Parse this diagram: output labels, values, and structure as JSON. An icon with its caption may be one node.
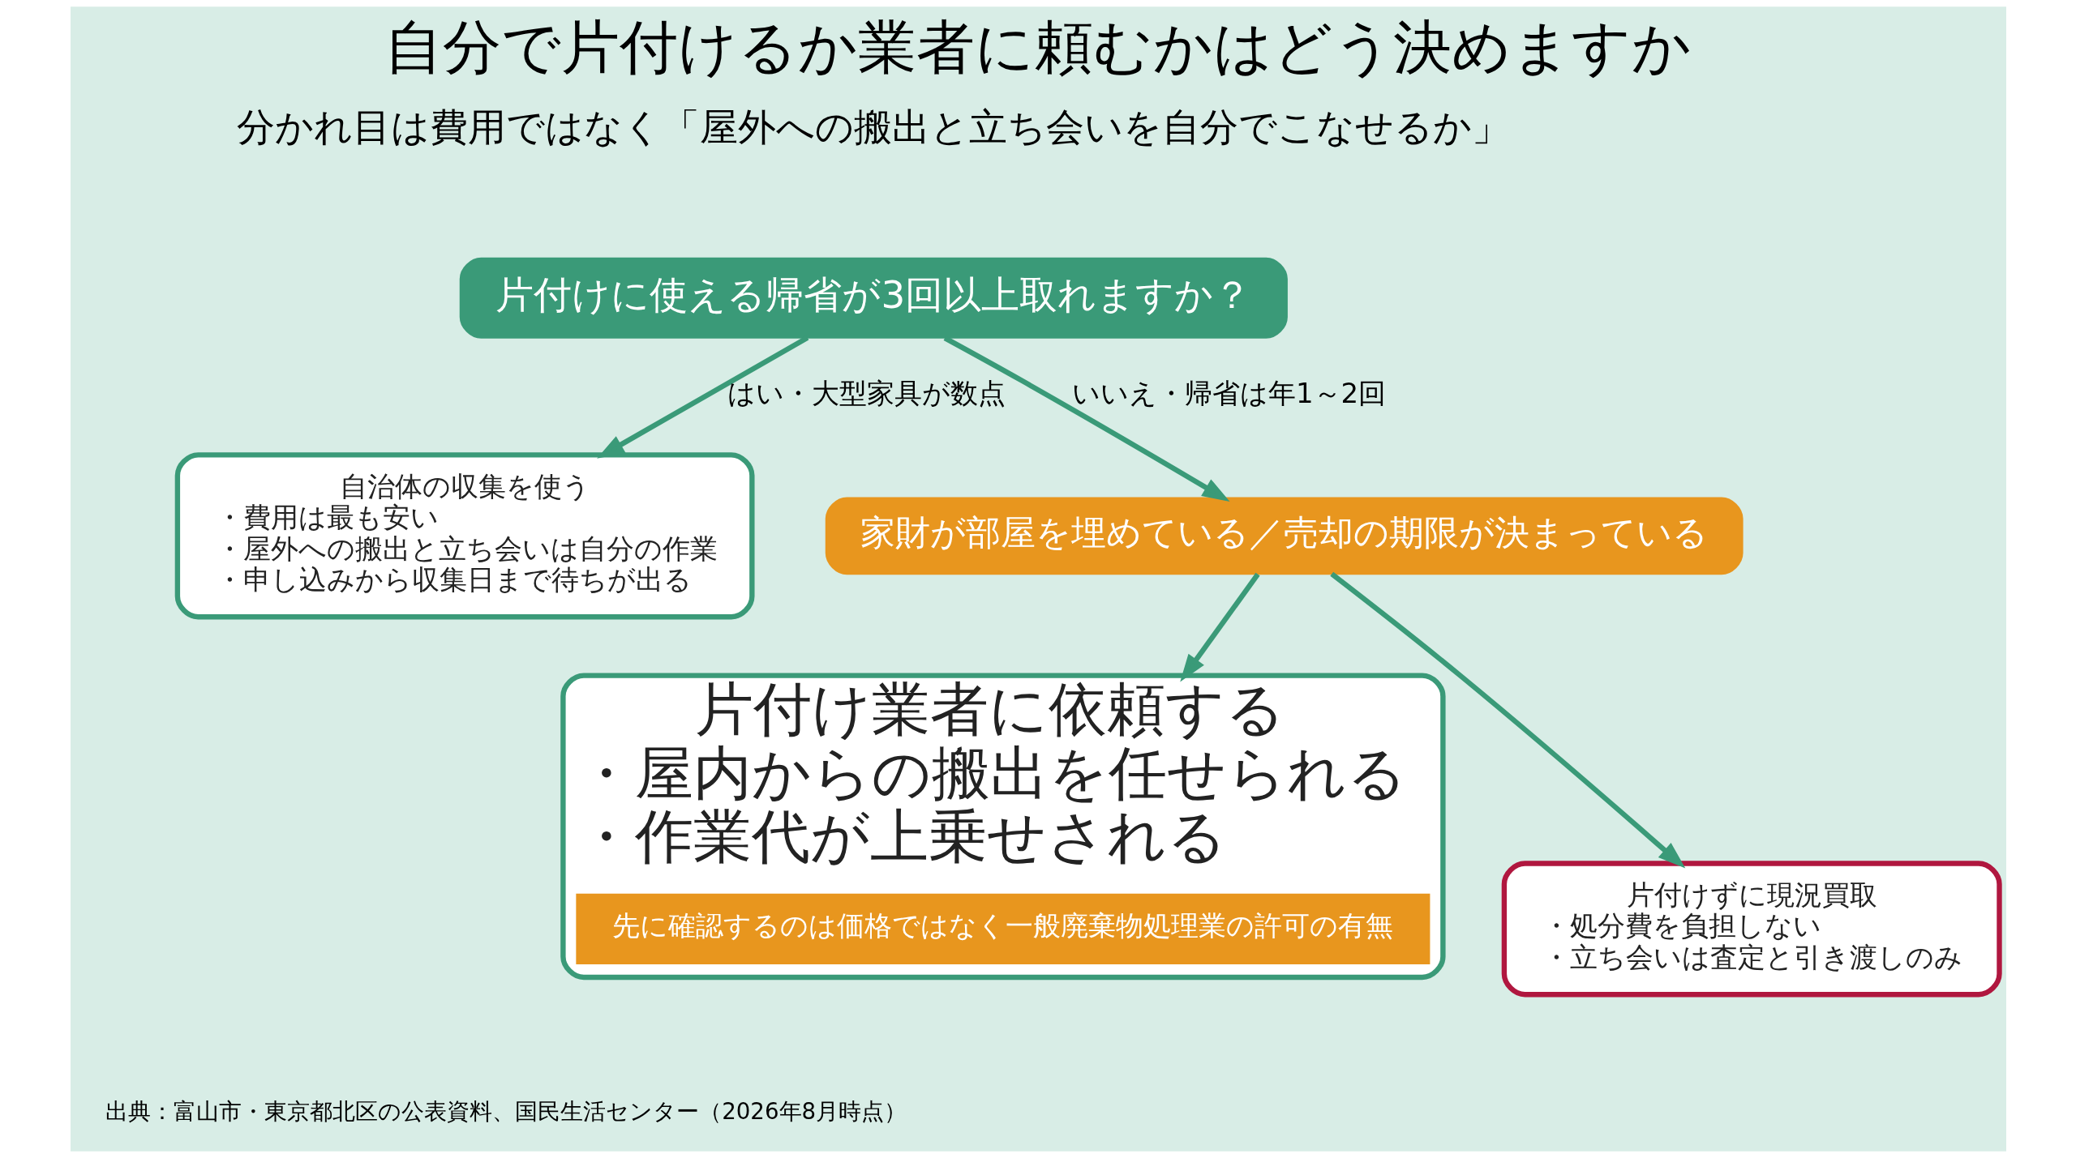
{
  "diagram": {
    "title": "自分で片付けるか業者に頼むかはどう決めますか",
    "caption": "出典：富山市・東京都北区の公表資料、国民生活センター（2026年8月時点）",
    "nodes": [
      {
        "text": [
          "片付けに使える帰省が3回以上取れますか？"
        ]
      },
      {
        "text": [
          "自治体の収集を使う",
          "・費用は最も安い",
          "・屋外への搬出と立ち会いは自分の作業",
          "・申し込みから収集日まで待ちが出る"
        ]
      },
      {
        "text": [
          "家財が部屋を埋めている／売却の期限が決まっている"
        ]
      },
      {
        "text": [
          "片付け業者に依頼する",
          "・屋内からの搬出を任せられる",
          "・作業代が上乗せされる"
        ]
      },
      {
        "text": [
          "先に確認するのは価格ではなく一般廃棄物処理業の許可の有無"
        ],
        "in": 3
      },
      {
        "text": [
          "片付けずに現況買取",
          "・処分費を負担しない",
          "・立ち会いは査定と引き渡しのみ"
        ]
      }
    ],
    "edges": [
      {
        "from": 0,
        "to": 1,
        "arrow": "to",
        "label": "はい・大型家具が数点"
      },
      {
        "from": 0,
        "to": 2,
        "arrow": "to",
        "label": "いいえ・帰省は年1～2回"
      },
      {
        "from": 2,
        "to": 3,
        "arrow": "to"
      },
      {
        "from": 2,
        "to": 5,
        "arrow": "to"
      }
    ],
    "labels": [
      "分かれ目は費用ではなく「屋外への搬出と立ち会いを自分でこなせるか」"
    ]
  }
}
